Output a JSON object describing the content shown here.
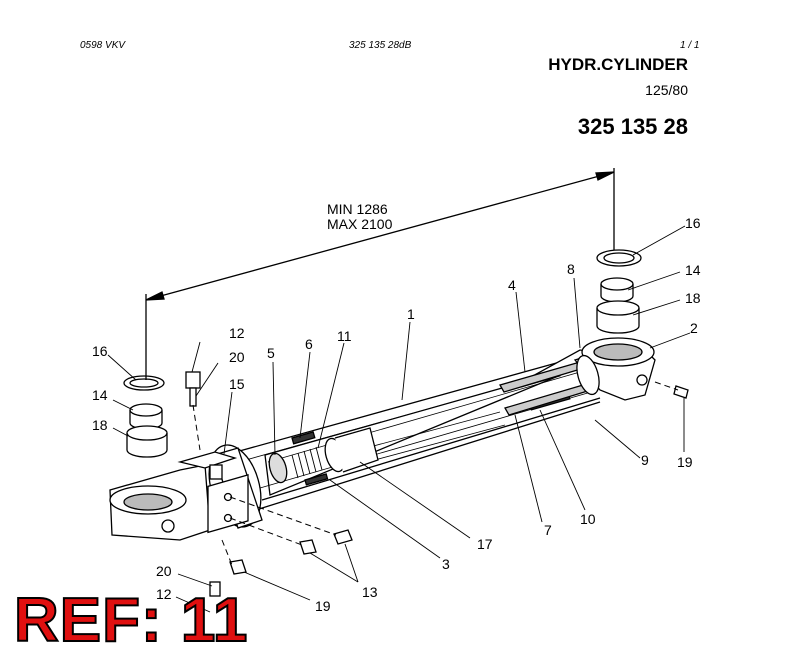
{
  "header": {
    "left": "0598  VKV",
    "center": "325 135 28dB",
    "right": "1 / 1"
  },
  "title": {
    "name": "HYDR.CYLINDER",
    "size": "125/80",
    "part_number": "325 135 28"
  },
  "dimensions": {
    "min": "MIN  1286",
    "max": "MAX 2100"
  },
  "callouts": [
    {
      "id": "c16a",
      "text": "16"
    },
    {
      "id": "c14a",
      "text": "14"
    },
    {
      "id": "c18a",
      "text": "18"
    },
    {
      "id": "c2",
      "text": "2"
    },
    {
      "id": "c8",
      "text": "8"
    },
    {
      "id": "c4",
      "text": "4"
    },
    {
      "id": "c1",
      "text": "1"
    },
    {
      "id": "c12a",
      "text": "12"
    },
    {
      "id": "c20a",
      "text": "20"
    },
    {
      "id": "c15",
      "text": "15"
    },
    {
      "id": "c5",
      "text": "5"
    },
    {
      "id": "c6",
      "text": "6"
    },
    {
      "id": "c11",
      "text": "11"
    },
    {
      "id": "c16b",
      "text": "16"
    },
    {
      "id": "c14b",
      "text": "14"
    },
    {
      "id": "c18b",
      "text": "18"
    },
    {
      "id": "c9",
      "text": "9"
    },
    {
      "id": "c19a",
      "text": "19"
    },
    {
      "id": "c10",
      "text": "10"
    },
    {
      "id": "c7",
      "text": "7"
    },
    {
      "id": "c17",
      "text": "17"
    },
    {
      "id": "c3",
      "text": "3"
    },
    {
      "id": "c13",
      "text": "13"
    },
    {
      "id": "c19b",
      "text": "19"
    },
    {
      "id": "c20b",
      "text": "20"
    },
    {
      "id": "c12b",
      "text": "12"
    }
  ],
  "ref_label": "REF: 11",
  "colors": {
    "line": "#000000",
    "ref": "#e01010",
    "shade": "#bdbdbd"
  }
}
